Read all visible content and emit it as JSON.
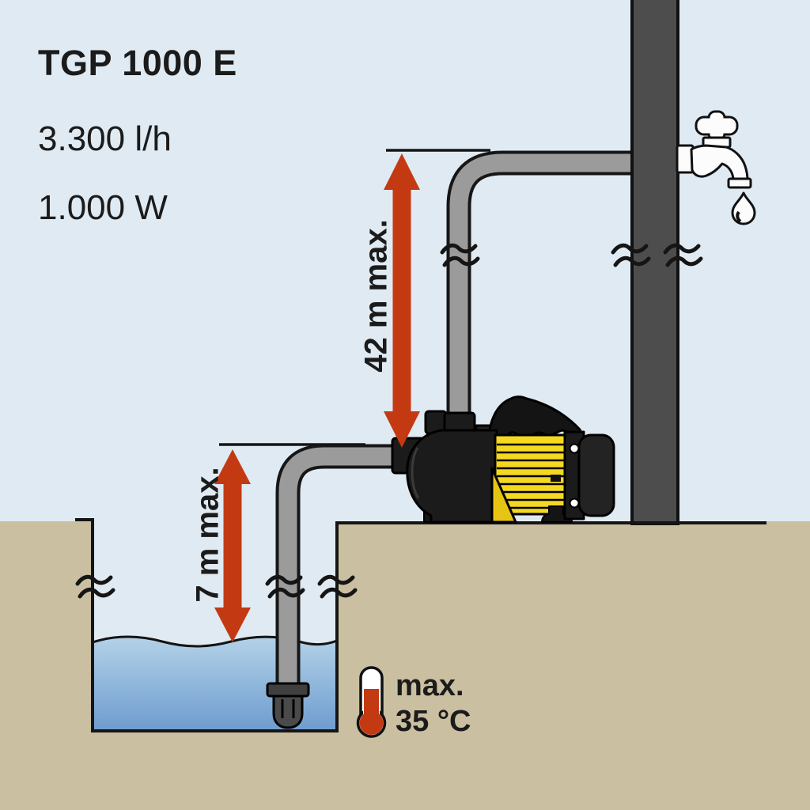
{
  "product": {
    "model": "TGP 1000 E",
    "flow_rate": "3.300 l/h",
    "power": "1.000 W"
  },
  "annotations": {
    "delivery_height": "42 m max.",
    "suction_height": "7 m max.",
    "temp_label": "max.",
    "temp_value": "35 °C"
  },
  "icons": {
    "tap": "tap-icon",
    "water_drop": "water-drop-icon",
    "thermometer": "thermometer-icon",
    "pipe_break": "pipe-break-icon",
    "measurement_arrow": "measurement-arrow",
    "pump": "garden-pump",
    "foot_valve": "foot-valve"
  },
  "colors": {
    "background": "#e0eaf2",
    "ground": "#cbbfa2",
    "water_top": "#b3d2e8",
    "water_bottom": "#6e9ccf",
    "arrow_red": "#c33a12",
    "pump_yellow": "#f5d820",
    "pump_yellow_shade": "#e6c414",
    "pillar_gray": "#4d4d4d",
    "pipe_gray": "#9b9b9b",
    "outline": "#151515",
    "white": "#fcfcfc"
  }
}
